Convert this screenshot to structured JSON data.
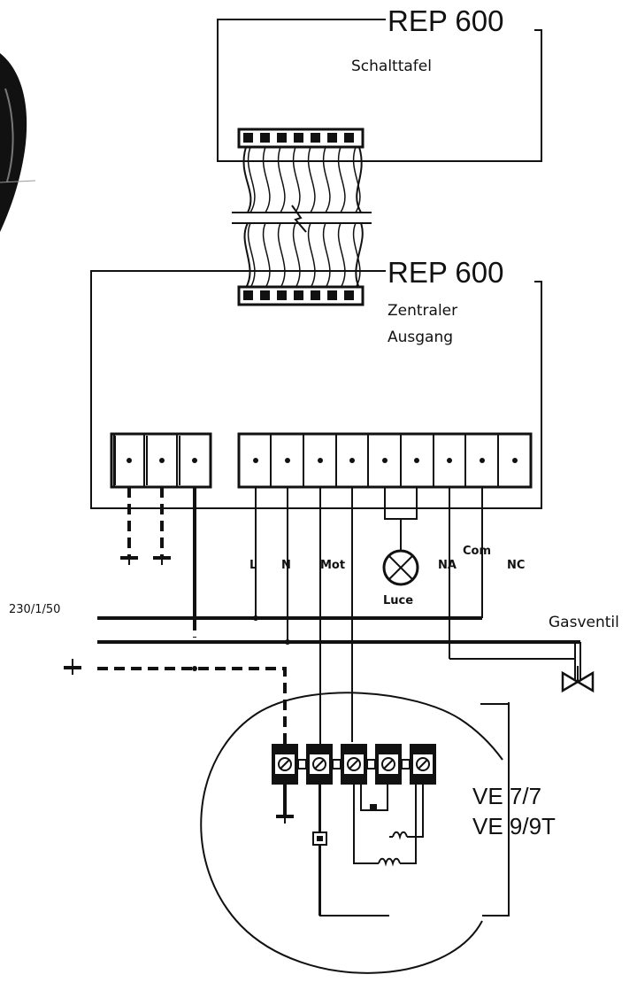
{
  "top_unit": {
    "model": "REP 600",
    "caption": "Schalttafel"
  },
  "main_unit": {
    "model": "REP 600",
    "caption_line1": "Zentraler",
    "caption_line2": "Ausgang"
  },
  "terminal_labels": {
    "l": "L",
    "n": "N",
    "mot": "Mot",
    "na": "NA",
    "com": "Com",
    "nc": "NC",
    "luce": "Luce"
  },
  "supply_label": "230/1/50",
  "valve_label": "Gasventil",
  "fan_models": {
    "line1": "VE 7/7",
    "line2": "VE 9/9T"
  }
}
